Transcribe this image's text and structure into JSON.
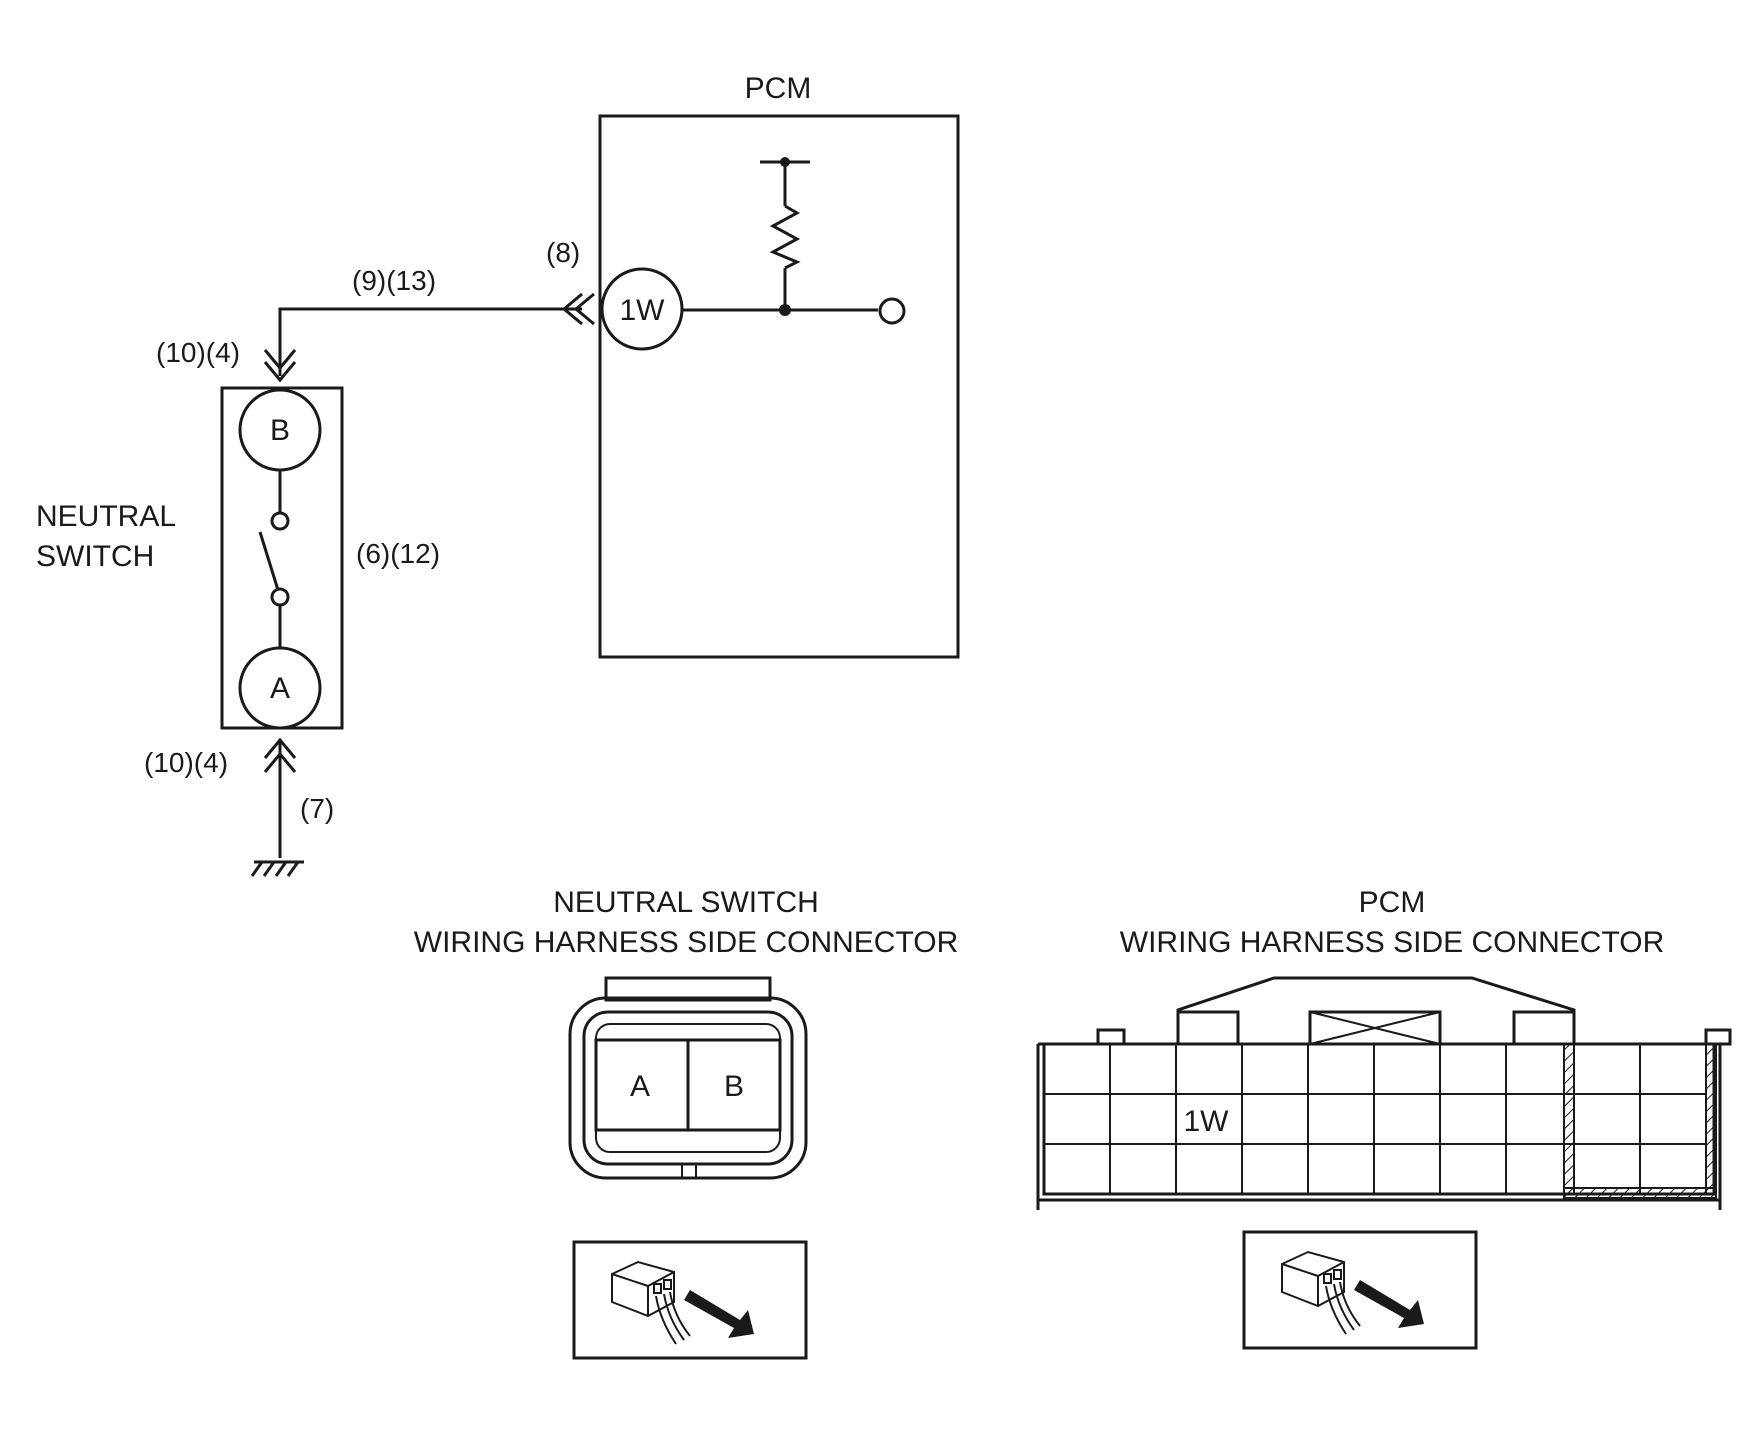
{
  "pcm": {
    "title": "PCM",
    "terminal": "1W",
    "ref_connector": "(8)",
    "ref_wire": "(9)(13)"
  },
  "neutral_switch": {
    "label_line1": "NEUTRAL",
    "label_line2": "SWITCH",
    "terminal_b": "B",
    "terminal_a": "A",
    "ref_connector_top": "(10)(4)",
    "ref_connector_bottom": "(10)(4)",
    "ref_switch": "(6)(12)",
    "ref_ground_wire": "(7)"
  },
  "ns_connector_view": {
    "title_line1": "NEUTRAL SWITCH",
    "title_line2": "WIRING HARNESS SIDE CONNECTOR",
    "pin_a": "A",
    "pin_b": "B"
  },
  "pcm_connector_view": {
    "title_line1": "PCM",
    "title_line2": "WIRING HARNESS SIDE CONNECTOR",
    "pin_label": "1W"
  },
  "icons": [
    "ground-icon",
    "resistor-icon",
    "connector-orientation-icon"
  ]
}
